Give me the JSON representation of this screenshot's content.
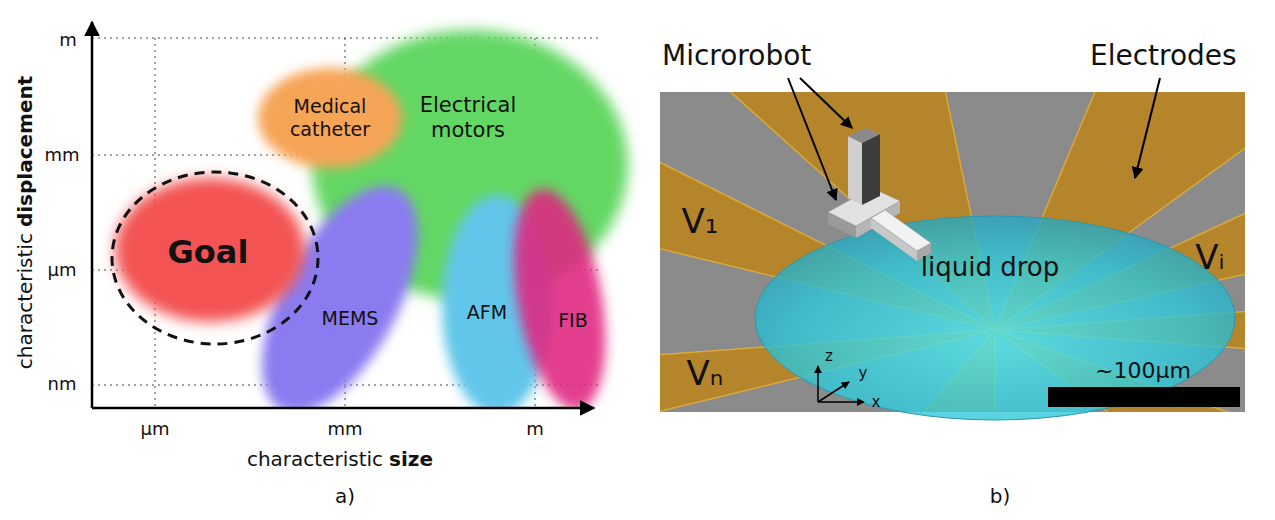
{
  "diagram": {
    "nodes": [
      {
        "text": [
          "Electrical motors"
        ]
      },
      {
        "text": [
          "Medical catheter"
        ]
      },
      {
        "text": [
          "MEMS"
        ]
      },
      {
        "text": [
          "AFM"
        ]
      },
      {
        "text": [
          "FIB"
        ]
      },
      {
        "text": [
          "Goal"
        ]
      },
      {
        "text": [
          "liquid drop"
        ]
      }
    ],
    "labels": [
      "characteristic",
      "displacement",
      "m",
      "mm",
      "µm",
      "nm",
      "µm",
      "mm",
      "m",
      "characteristic",
      "size",
      "a)",
      "Microrobot",
      "Electrodes",
      "V₁",
      "Vᵢ",
      "Vₙ",
      "~100µm",
      "z",
      "y",
      "x",
      "b)"
    ]
  }
}
